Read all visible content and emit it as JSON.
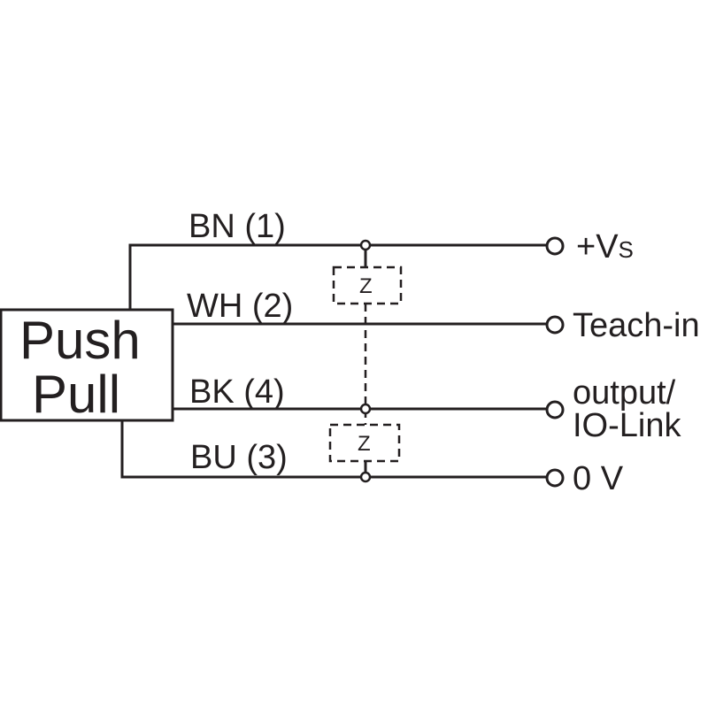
{
  "block": {
    "line1": "Push",
    "line2": "Pull"
  },
  "wires": [
    {
      "label": "BN (1)",
      "terminal": "+V",
      "terminal_sub": "S"
    },
    {
      "label": "WH (2)",
      "terminal": "Teach-in"
    },
    {
      "label": "BK (4)",
      "terminal_line1": "output/",
      "terminal_line2": "IO-Link"
    },
    {
      "label": "BU (3)",
      "terminal": "0 V"
    }
  ],
  "loads": [
    {
      "label": "Z"
    },
    {
      "label": "Z"
    }
  ]
}
